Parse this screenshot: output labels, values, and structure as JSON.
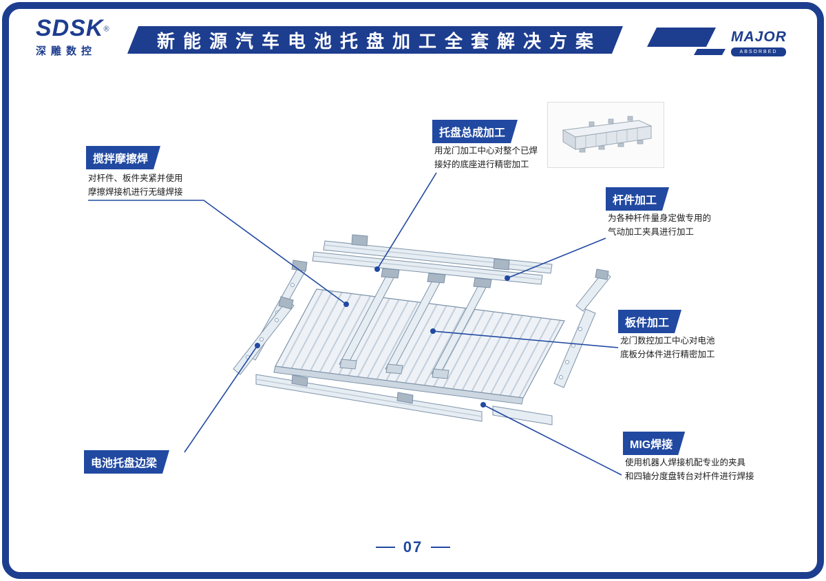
{
  "header": {
    "brand": "SDSK",
    "brand_reg": "®",
    "brand_subtitle": "深雕数控",
    "title": "新能源汽车电池托盘加工全套解决方案",
    "right_logo": {
      "name": "MAJOR",
      "tagline": "ABSORBED"
    }
  },
  "callouts": {
    "friction_stir": {
      "title": "搅拌摩擦焊",
      "line1": "对杆件、板件夹紧并使用",
      "line2": "摩擦焊接机进行无缝焊接"
    },
    "assembly": {
      "title": "托盘总成加工",
      "line1": "用龙门加工中心对整个已焊",
      "line2": "接好的底座进行精密加工"
    },
    "rod": {
      "title": "杆件加工",
      "line1": "为各种杆件量身定做专用的",
      "line2": "气动加工夹具进行加工"
    },
    "plate": {
      "title": "板件加工",
      "line1": "龙门数控加工中心对电池",
      "line2": "底板分体件进行精密加工"
    },
    "mig": {
      "title": "MIG焊接",
      "line1": "使用机器人焊接机配专业的夹具",
      "line2": "和四轴分度盘转台对杆件进行焊接"
    },
    "side_beam": {
      "title": "电池托盘边梁"
    }
  },
  "footer": {
    "page_number": "07"
  },
  "colors": {
    "brand_blue": "#1d3d8f",
    "accent_blue": "#2149a1",
    "line_blue": "#2149a1",
    "metal_light": "#e6edf3",
    "metal_stroke": "#7d92a8"
  }
}
